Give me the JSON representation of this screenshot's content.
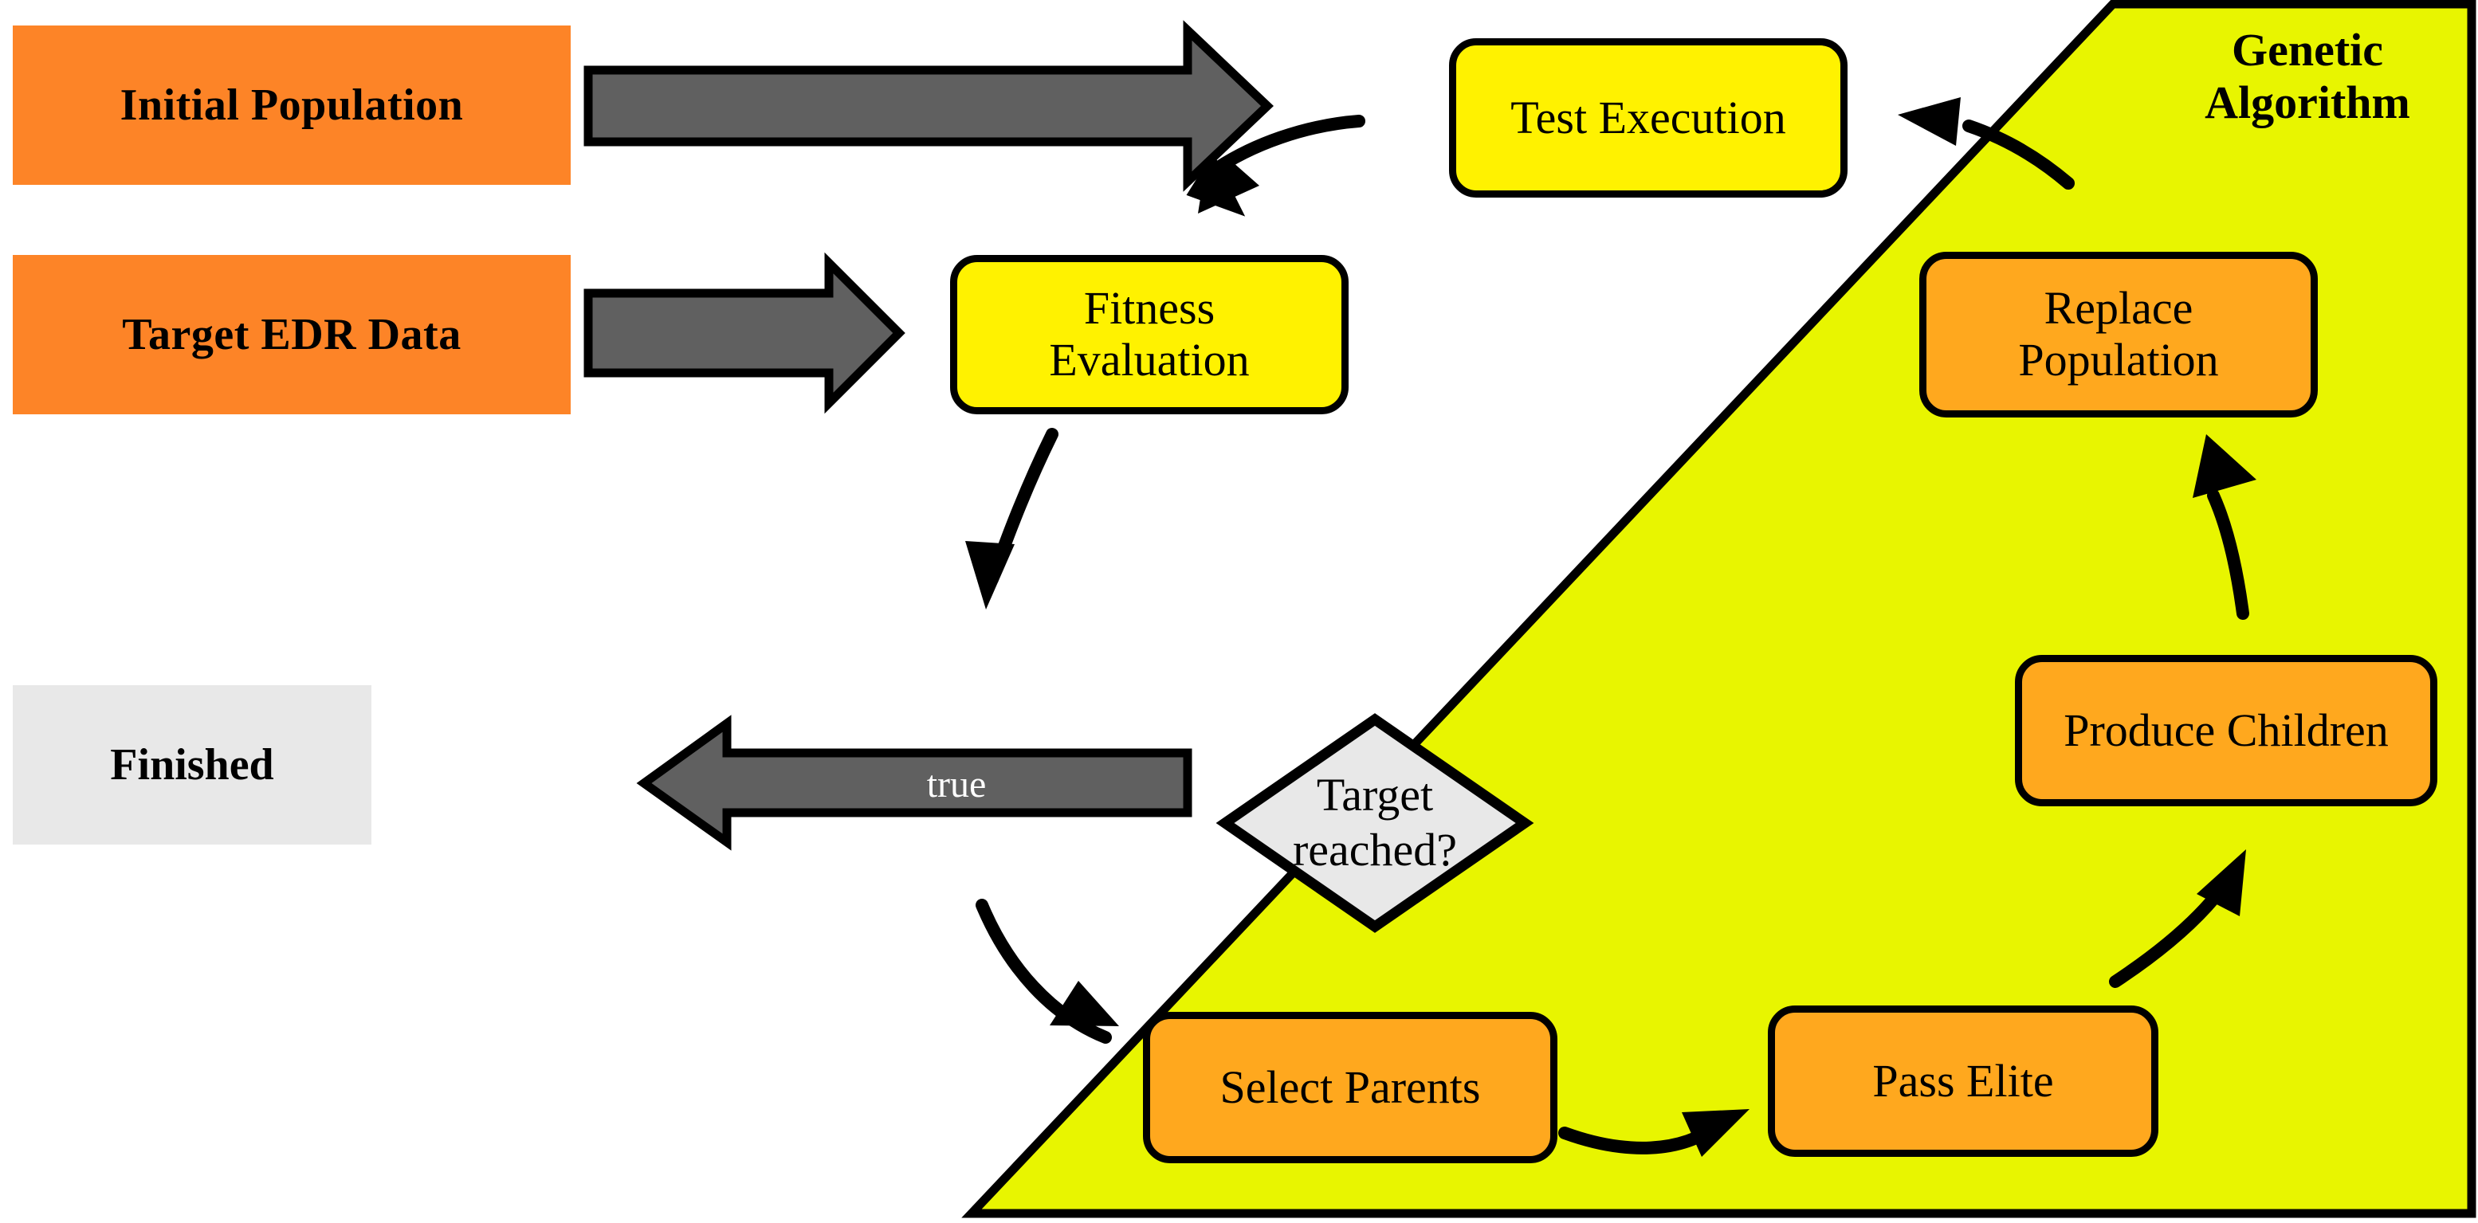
{
  "diagram": {
    "title": "Genetic Algorithm test generation flow",
    "colors": {
      "input_box_fill": "#fd8427",
      "finished_box_fill": "#e8e8e8",
      "ga_region_fill": "#e8f500",
      "process_yellow_fill": "#fff200",
      "process_orange_fill": "#ffa81e",
      "thick_arrow_fill": "#606060",
      "stroke": "#000000",
      "decision_fill": "#e8e8e8"
    },
    "region": {
      "label_line1": "Genetic",
      "label_line2": "Algorithm"
    },
    "inputs": [
      {
        "id": "initial-population",
        "label": "Initial Population"
      },
      {
        "id": "target-edr-data",
        "label": "Target EDR Data"
      }
    ],
    "terminal": {
      "id": "finished",
      "label": "Finished"
    },
    "decision": {
      "id": "target-reached",
      "line1": "Target",
      "line2": "reached?",
      "true_label": "true"
    },
    "process_nodes": [
      {
        "id": "test-execution",
        "label": "Test Execution",
        "style": "yellow"
      },
      {
        "id": "fitness-evaluation",
        "line1": "Fitness",
        "line2": "Evaluation",
        "style": "yellow"
      },
      {
        "id": "replace-population",
        "line1": "Replace",
        "line2": "Population",
        "style": "orange"
      },
      {
        "id": "produce-children",
        "label": "Produce Children",
        "style": "orange"
      },
      {
        "id": "pass-elite",
        "label": "Pass Elite",
        "style": "orange"
      },
      {
        "id": "select-parents",
        "label": "Select Parents",
        "style": "orange"
      }
    ],
    "edges": [
      {
        "from": "initial-population",
        "to": "fitness-evaluation",
        "kind": "thick-block"
      },
      {
        "from": "target-edr-data",
        "to": "fitness-evaluation",
        "kind": "thick-block"
      },
      {
        "from": "test-execution",
        "to": "fitness-evaluation",
        "kind": "curved"
      },
      {
        "from": "fitness-evaluation",
        "to": "target-reached",
        "kind": "curved"
      },
      {
        "from": "target-reached",
        "to": "finished",
        "kind": "thick-block",
        "label": "true"
      },
      {
        "from": "target-reached",
        "to": "select-parents",
        "kind": "curved"
      },
      {
        "from": "select-parents",
        "to": "pass-elite",
        "kind": "curved"
      },
      {
        "from": "pass-elite",
        "to": "produce-children",
        "kind": "curved"
      },
      {
        "from": "produce-children",
        "to": "replace-population",
        "kind": "curved"
      },
      {
        "from": "replace-population",
        "to": "test-execution",
        "kind": "curved"
      }
    ]
  }
}
